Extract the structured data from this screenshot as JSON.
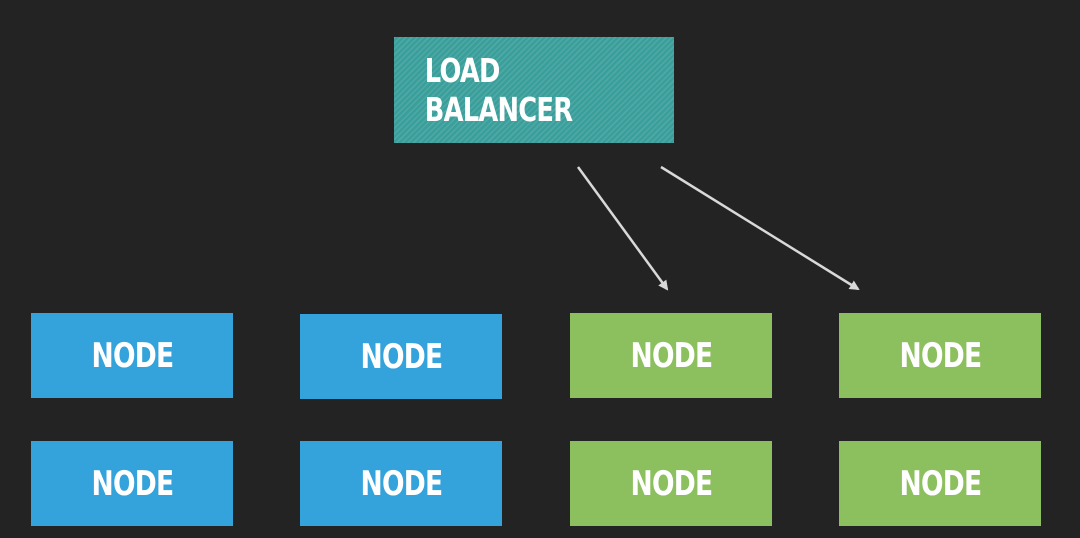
{
  "diagram": {
    "load_balancer": {
      "label": "LOAD BALANCER",
      "color": "#3a9f9b"
    },
    "nodes": [
      {
        "label": "NODE",
        "color": "#34a3db",
        "group": "blue"
      },
      {
        "label": "NODE",
        "color": "#34a3db",
        "group": "blue"
      },
      {
        "label": "NODE",
        "color": "#8cbf5e",
        "group": "green"
      },
      {
        "label": "NODE",
        "color": "#8cbf5e",
        "group": "green"
      },
      {
        "label": "NODE",
        "color": "#34a3db",
        "group": "blue"
      },
      {
        "label": "NODE",
        "color": "#34a3db",
        "group": "blue"
      },
      {
        "label": "NODE",
        "color": "#8cbf5e",
        "group": "green"
      },
      {
        "label": "NODE",
        "color": "#8cbf5e",
        "group": "green"
      }
    ],
    "connections": [
      {
        "from": "load_balancer",
        "to": 2
      },
      {
        "from": "load_balancer",
        "to": 3
      }
    ],
    "arrow_color": "#d9d9d9",
    "background_color": "#232323"
  }
}
